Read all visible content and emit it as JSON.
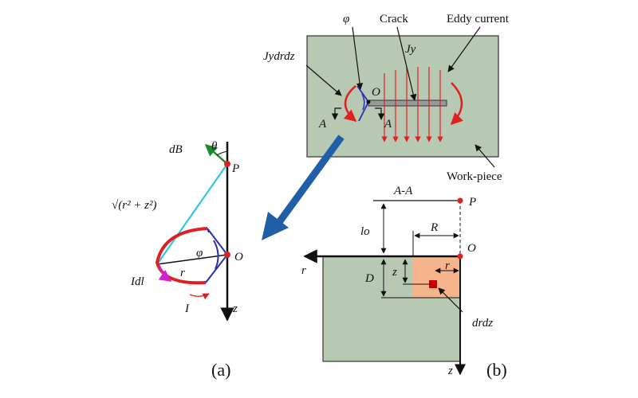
{
  "labels": {
    "dB": "dB⃗",
    "theta": "θ",
    "P_a": "P",
    "sqrt": "√(r² + z²)",
    "phi_a": "φ",
    "O_a": "O",
    "r_a": "r",
    "Idl": "Idl⃗",
    "I": "I",
    "z_a": "z",
    "panel_a": "(a)",
    "phi_b": "φ",
    "Jydrdz": "Jydrdz",
    "Crack": "Crack",
    "Eddy": "Eddy current",
    "Jy": "Jy",
    "O_b": "O",
    "A_left": "A",
    "A_right": "A",
    "Workpiece": "Work-piece",
    "AA": "A-A",
    "P_b": "P",
    "lo": "lo",
    "R": "R",
    "O_c": "O",
    "r_axis": "r",
    "z_small": "z",
    "D": "D",
    "r_small": "r",
    "drdz": "drdz",
    "z_axis": "z",
    "panel_b": "(b)"
  },
  "colors": {
    "workpiece": "#b7c8b3",
    "eddy": "#e02020",
    "coil": "#2b2fb0",
    "arrow_big": "#1f5fa8",
    "cyan_line": "#2ec6e6",
    "dB_arrow": "#1a8a2a",
    "orange_region": "#f6b48c",
    "magenta": "#d020d0"
  }
}
